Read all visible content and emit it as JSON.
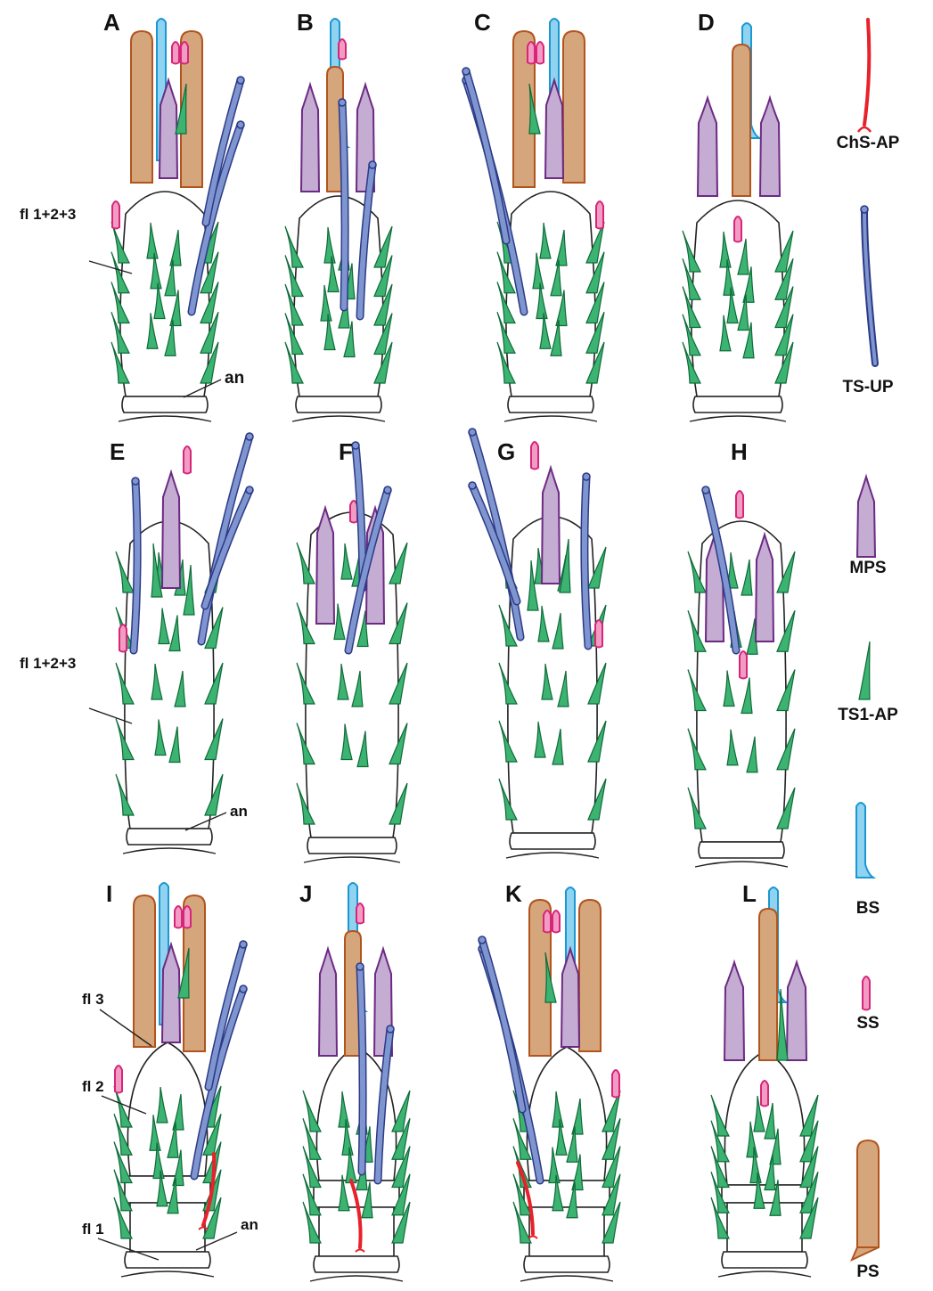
{
  "colors": {
    "ChS-AP": "#e8212a",
    "TS-UP": "#7f95cf",
    "TS-UP-edge": "#2c3a86",
    "MPS": "#c4acd2",
    "MPS-edge": "#6c2a83",
    "TS1-AP": "#3cb371",
    "TS1-AP-edge": "#0f6b3a",
    "BS": "#8fd3f1",
    "BS-edge": "#1b97d2",
    "SS": "#f29cc3",
    "SS-edge": "#d6257a",
    "PS": "#d5a57b",
    "PS-edge": "#b2541d"
  },
  "panels": [
    "A",
    "B",
    "C",
    "D",
    "E",
    "F",
    "G",
    "H",
    "I",
    "J",
    "K",
    "L"
  ],
  "legend": [
    {
      "key": "ChS-AP",
      "label": "ChS-AP",
      "icon": "chs-ap-icon"
    },
    {
      "key": "TS-UP",
      "label": "TS-UP",
      "icon": "ts-up-icon"
    },
    {
      "key": "MPS",
      "label": "MPS",
      "icon": "mps-icon"
    },
    {
      "key": "TS1-AP",
      "label": "TS1-AP",
      "icon": "ts1-ap-icon"
    },
    {
      "key": "BS",
      "label": "BS",
      "icon": "bs-icon"
    },
    {
      "key": "SS",
      "label": "SS",
      "icon": "ss-icon"
    },
    {
      "key": "PS",
      "label": "PS",
      "icon": "ps-icon"
    }
  ],
  "annotations": {
    "A_fl": "fl 1+2+3",
    "A_an": "an",
    "E_fl": "fl 1+2+3",
    "E_an": "an",
    "I_fl3": "fl 3",
    "I_fl2": "fl 2",
    "I_fl1": "fl 1",
    "I_an": "an"
  }
}
